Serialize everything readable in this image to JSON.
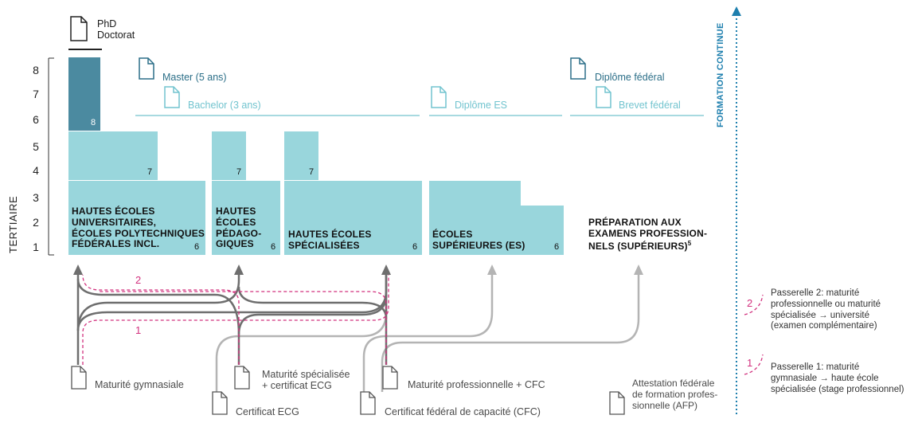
{
  "y_axis": {
    "labels": [
      "8",
      "7",
      "6",
      "5",
      "4",
      "3",
      "2",
      "1"
    ],
    "title": "TERTIAIRE"
  },
  "phd": {
    "label": "PhD\nDoctorat"
  },
  "tertiary_qualifications": {
    "master": "Master (5 ans)",
    "bachelor": "Bachelor (3 ans)",
    "diplome_es": "Diplôme ES",
    "diplome_federal": "Diplôme fédéral",
    "brevet_federal": "Brevet fédéral"
  },
  "formation_continue": "FORMATION CONTINUE",
  "institutions": {
    "hu": {
      "label": "HAUTES ÉCOLES\nUNIVERSITAIRES,\nÉCOLES POLYTECHNIQUES\nFÉDÉRALES INCL.",
      "num_base": "6",
      "num_mid": "7",
      "num_top": "8"
    },
    "hep": {
      "label": "HAUTES\nÉCOLES\nPÉDAGO-\nGIQUES",
      "num_base": "6",
      "num_mid": "7"
    },
    "hes": {
      "label": "HAUTES ÉCOLES\nSPÉCIALISÉES",
      "num_base": "6",
      "num_mid": "7"
    },
    "es": {
      "label": "ÉCOLES\nSUPÉRIEURES (ES)",
      "num_base": "6"
    },
    "prep": {
      "label": "PRÉPARATION AUX\nEXAMENS PROFESSION-\nNELS (SUPÉRIEURS)",
      "sup": "5"
    }
  },
  "certificates": {
    "maturite_gymnasiale": "Maturité gymnasiale",
    "maturite_specialisee": "Maturité spécialisée\n+ certificat ECG",
    "maturite_professionnelle": "Maturité professionnelle + CFC",
    "certificat_ecg": "Certificat ECG",
    "cfc": "Certificat fédéral de capacité (CFC)",
    "afp": "Attestation fédérale\nde formation profes-\nsionnelle (AFP)"
  },
  "passerelles": {
    "p2_num": "2",
    "p1_num": "1",
    "p2_text": "Passerelle 2: maturité\nprofessionnelle ou maturité\nspécialisée → université\n(examen complémentaire)",
    "p1_text": "Passerelle 1: maturité\ngymnasiale → haute école\nspécialisée (stage professionnel)"
  },
  "colors": {
    "tertiary_light": "#99d6dc",
    "tertiary_dark": "#4b8aa0",
    "formation_continue": "#1e7fae",
    "passerelle": "#d2317e",
    "path_dark": "#6e6e6e",
    "path_light": "#b4b4b4"
  }
}
